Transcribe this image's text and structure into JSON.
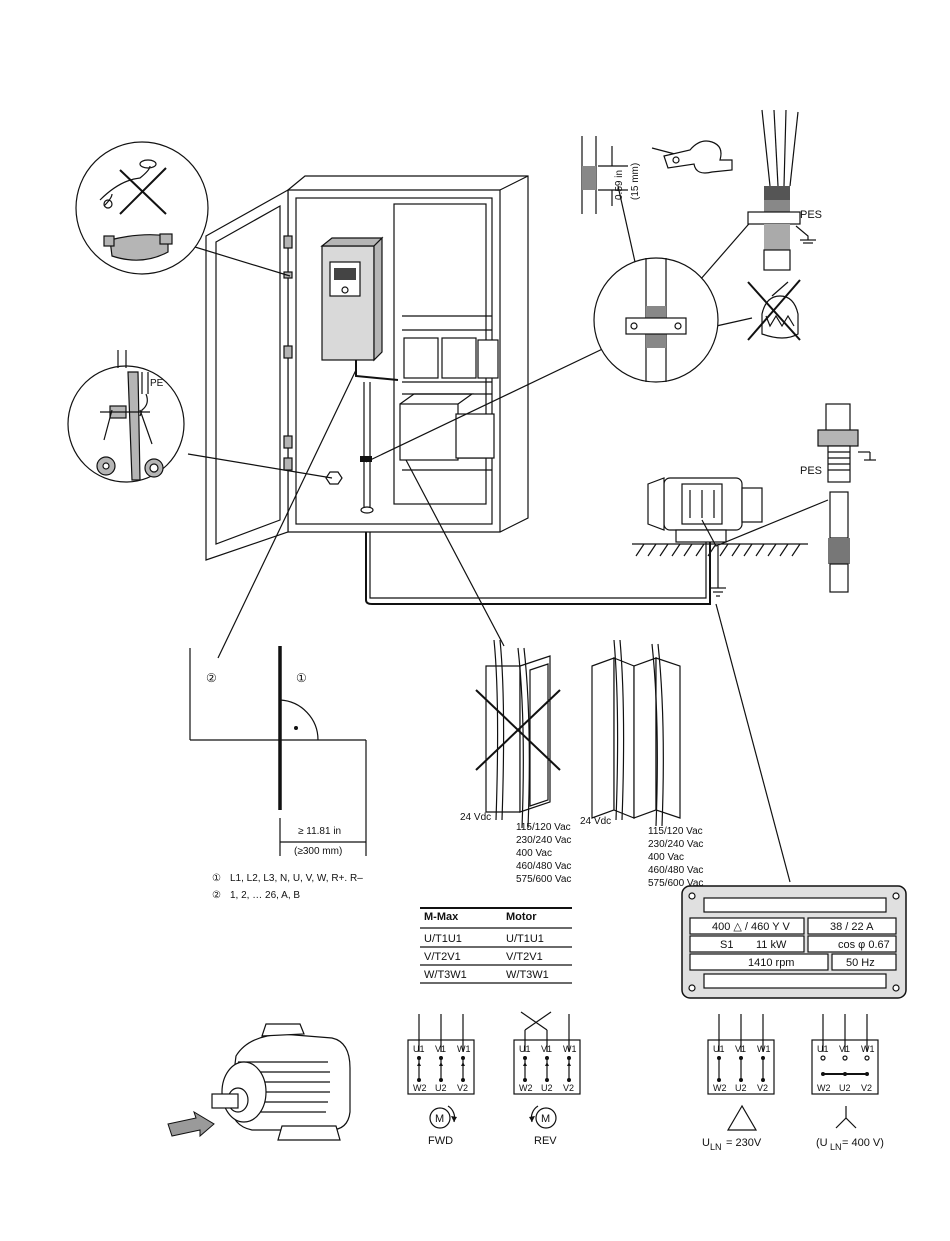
{
  "emc": {
    "pe_label": "PE",
    "pes_top": "PES",
    "pes_gland": "PES",
    "clamp_dim_in": "0.59 in",
    "clamp_dim_mm": "(15 mm)"
  },
  "separation": {
    "num1": "①",
    "num2": "②",
    "dist_in": "≥ 11.81 in",
    "dist_mm": "(≥300 mm)",
    "legend": [
      {
        "num": "①",
        "text": "L1, L2, L3, N, U, V, W, R+. R–"
      },
      {
        "num": "②",
        "text": "1, 2, … 26, A, B"
      }
    ]
  },
  "cable_ducts": {
    "left_low": "24 Vdc",
    "left_high": [
      "115/120 Vac",
      "230/240 Vac",
      "400 Vac",
      "460/480 Vac",
      "575/600 Vac"
    ],
    "right_low": "24 Vdc",
    "right_high": [
      "115/120 Vac",
      "230/240 Vac",
      "400 Vac",
      "460/480 Vac",
      "575/600 Vac"
    ]
  },
  "mapping_table": {
    "headers": [
      "M-Max",
      "Motor"
    ],
    "rows": [
      [
        "U/T1U1",
        "U/T1U1"
      ],
      [
        "V/T2V1",
        "V/T2V1"
      ],
      [
        "W/T3W1",
        "W/T3W1"
      ]
    ]
  },
  "nameplate": {
    "voltage": "400 △ / 460 Y  V",
    "current": "38 / 22 A",
    "duty": "S1",
    "power": "11  kW",
    "cosphi": "cos φ  0.67",
    "speed": "1410   rpm",
    "freq": "50 Hz"
  },
  "terminals": {
    "top": [
      "U1",
      "V1",
      "W1"
    ],
    "bottom": [
      "W2",
      "U2",
      "V2"
    ]
  },
  "rotation": {
    "fwd_symbol": "M",
    "fwd": "FWD",
    "rev_symbol": "M",
    "rev": "REV"
  },
  "connection": {
    "delta_u": "U",
    "delta_sub": "LN",
    "delta_val": "= 230V",
    "star_pre": "(U",
    "star_sub": "LN",
    "star_val": "= 400 V)"
  }
}
